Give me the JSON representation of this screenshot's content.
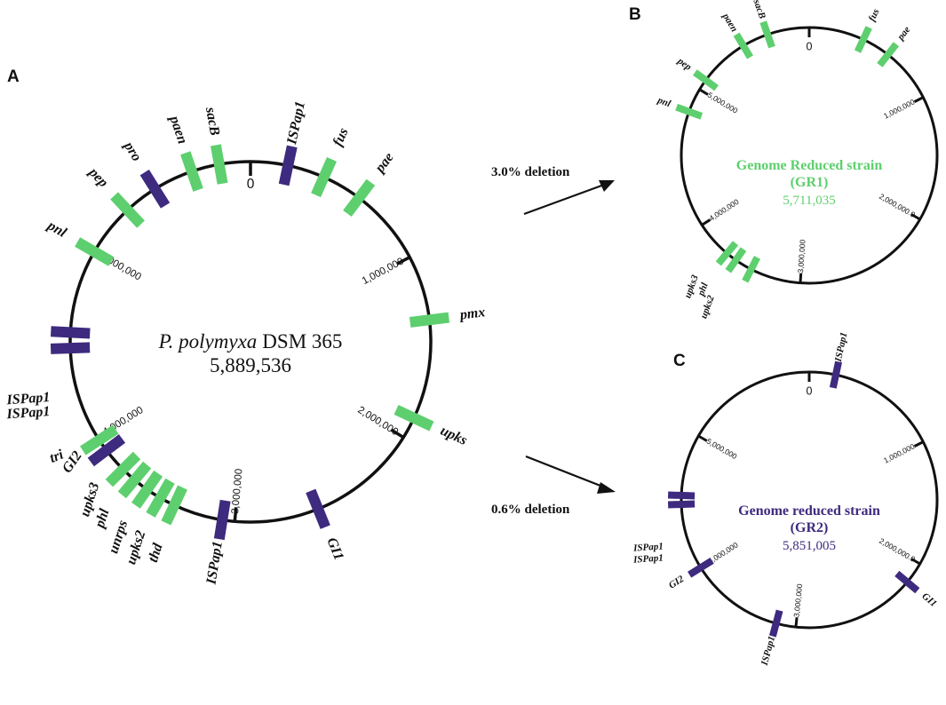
{
  "colors": {
    "green": "#5ecf6e",
    "purple": "#3e2a7e",
    "black": "#111111"
  },
  "panels": [
    {
      "id": "A",
      "letter": "A",
      "center_title": {
        "species": "P. polymyxa",
        "strain": "DSM 365",
        "size": "5,889,536"
      },
      "ticks": [
        "0",
        "1,000,000",
        "2,000,000",
        "3,000,000",
        "4,000,000",
        "5,000,000"
      ],
      "genes": [
        {
          "label": "ISPap1",
          "color": "purple"
        },
        {
          "label": "fus",
          "color": "green"
        },
        {
          "label": "pae",
          "color": "green"
        },
        {
          "label": "pmx",
          "color": "green"
        },
        {
          "label": "upks",
          "color": "green"
        },
        {
          "label": "GI1",
          "color": "purple"
        },
        {
          "label": "ISPap1",
          "color": "purple"
        },
        {
          "label": "thd",
          "color": "green"
        },
        {
          "label": "upks2",
          "color": "green"
        },
        {
          "label": "unrps",
          "color": "green"
        },
        {
          "label": "phl",
          "color": "green"
        },
        {
          "label": "upks3",
          "color": "green"
        },
        {
          "label": "GI2",
          "color": "purple"
        },
        {
          "label": "tri",
          "color": "green"
        },
        {
          "label": "ISPap1",
          "color": "purple"
        },
        {
          "label": "ISPap1",
          "color": "purple"
        },
        {
          "label": "pnl",
          "color": "green"
        },
        {
          "label": "pep",
          "color": "green"
        },
        {
          "label": "pro",
          "color": "purple"
        },
        {
          "label": "paen",
          "color": "green"
        },
        {
          "label": "sacB",
          "color": "green"
        }
      ]
    },
    {
      "id": "B",
      "letter": "B",
      "center_title": {
        "line1": "Genome Reduced strain",
        "line2": "(GR1)",
        "size": "5,711,035",
        "color": "green"
      },
      "ticks": [
        "0",
        "1,000,000",
        "2,000,000.0",
        "3,000,000",
        "4,000,000",
        "5,000,000"
      ],
      "genes": [
        {
          "label": "fus",
          "color": "green"
        },
        {
          "label": "pae",
          "color": "green"
        },
        {
          "label": "upks2",
          "color": "green"
        },
        {
          "label": "phl",
          "color": "green"
        },
        {
          "label": "upks3",
          "color": "green"
        },
        {
          "label": "pnl",
          "color": "green"
        },
        {
          "label": "pep",
          "color": "green"
        },
        {
          "label": "paen",
          "color": "green"
        },
        {
          "label": "sacB",
          "color": "green"
        }
      ]
    },
    {
      "id": "C",
      "letter": "C",
      "center_title": {
        "line1": "Genome reduced strain",
        "line2": "(GR2)",
        "size": "5,851,005",
        "color": "purple"
      },
      "ticks": [
        "0",
        "1,000,000",
        "2,000,000.0",
        "3,000,000",
        "4,000,000",
        "5,000,000"
      ],
      "genes": [
        {
          "label": "ISPap1",
          "color": "purple"
        },
        {
          "label": "GI1",
          "color": "purple"
        },
        {
          "label": "ISPap1",
          "color": "purple"
        },
        {
          "label": "GI2",
          "color": "purple"
        },
        {
          "label": "ISPap1",
          "color": "purple"
        },
        {
          "label": "ISPap1",
          "color": "purple"
        }
      ]
    }
  ],
  "arrows": [
    {
      "label": "3.0% deletion"
    },
    {
      "label": "0.6% deletion"
    }
  ]
}
